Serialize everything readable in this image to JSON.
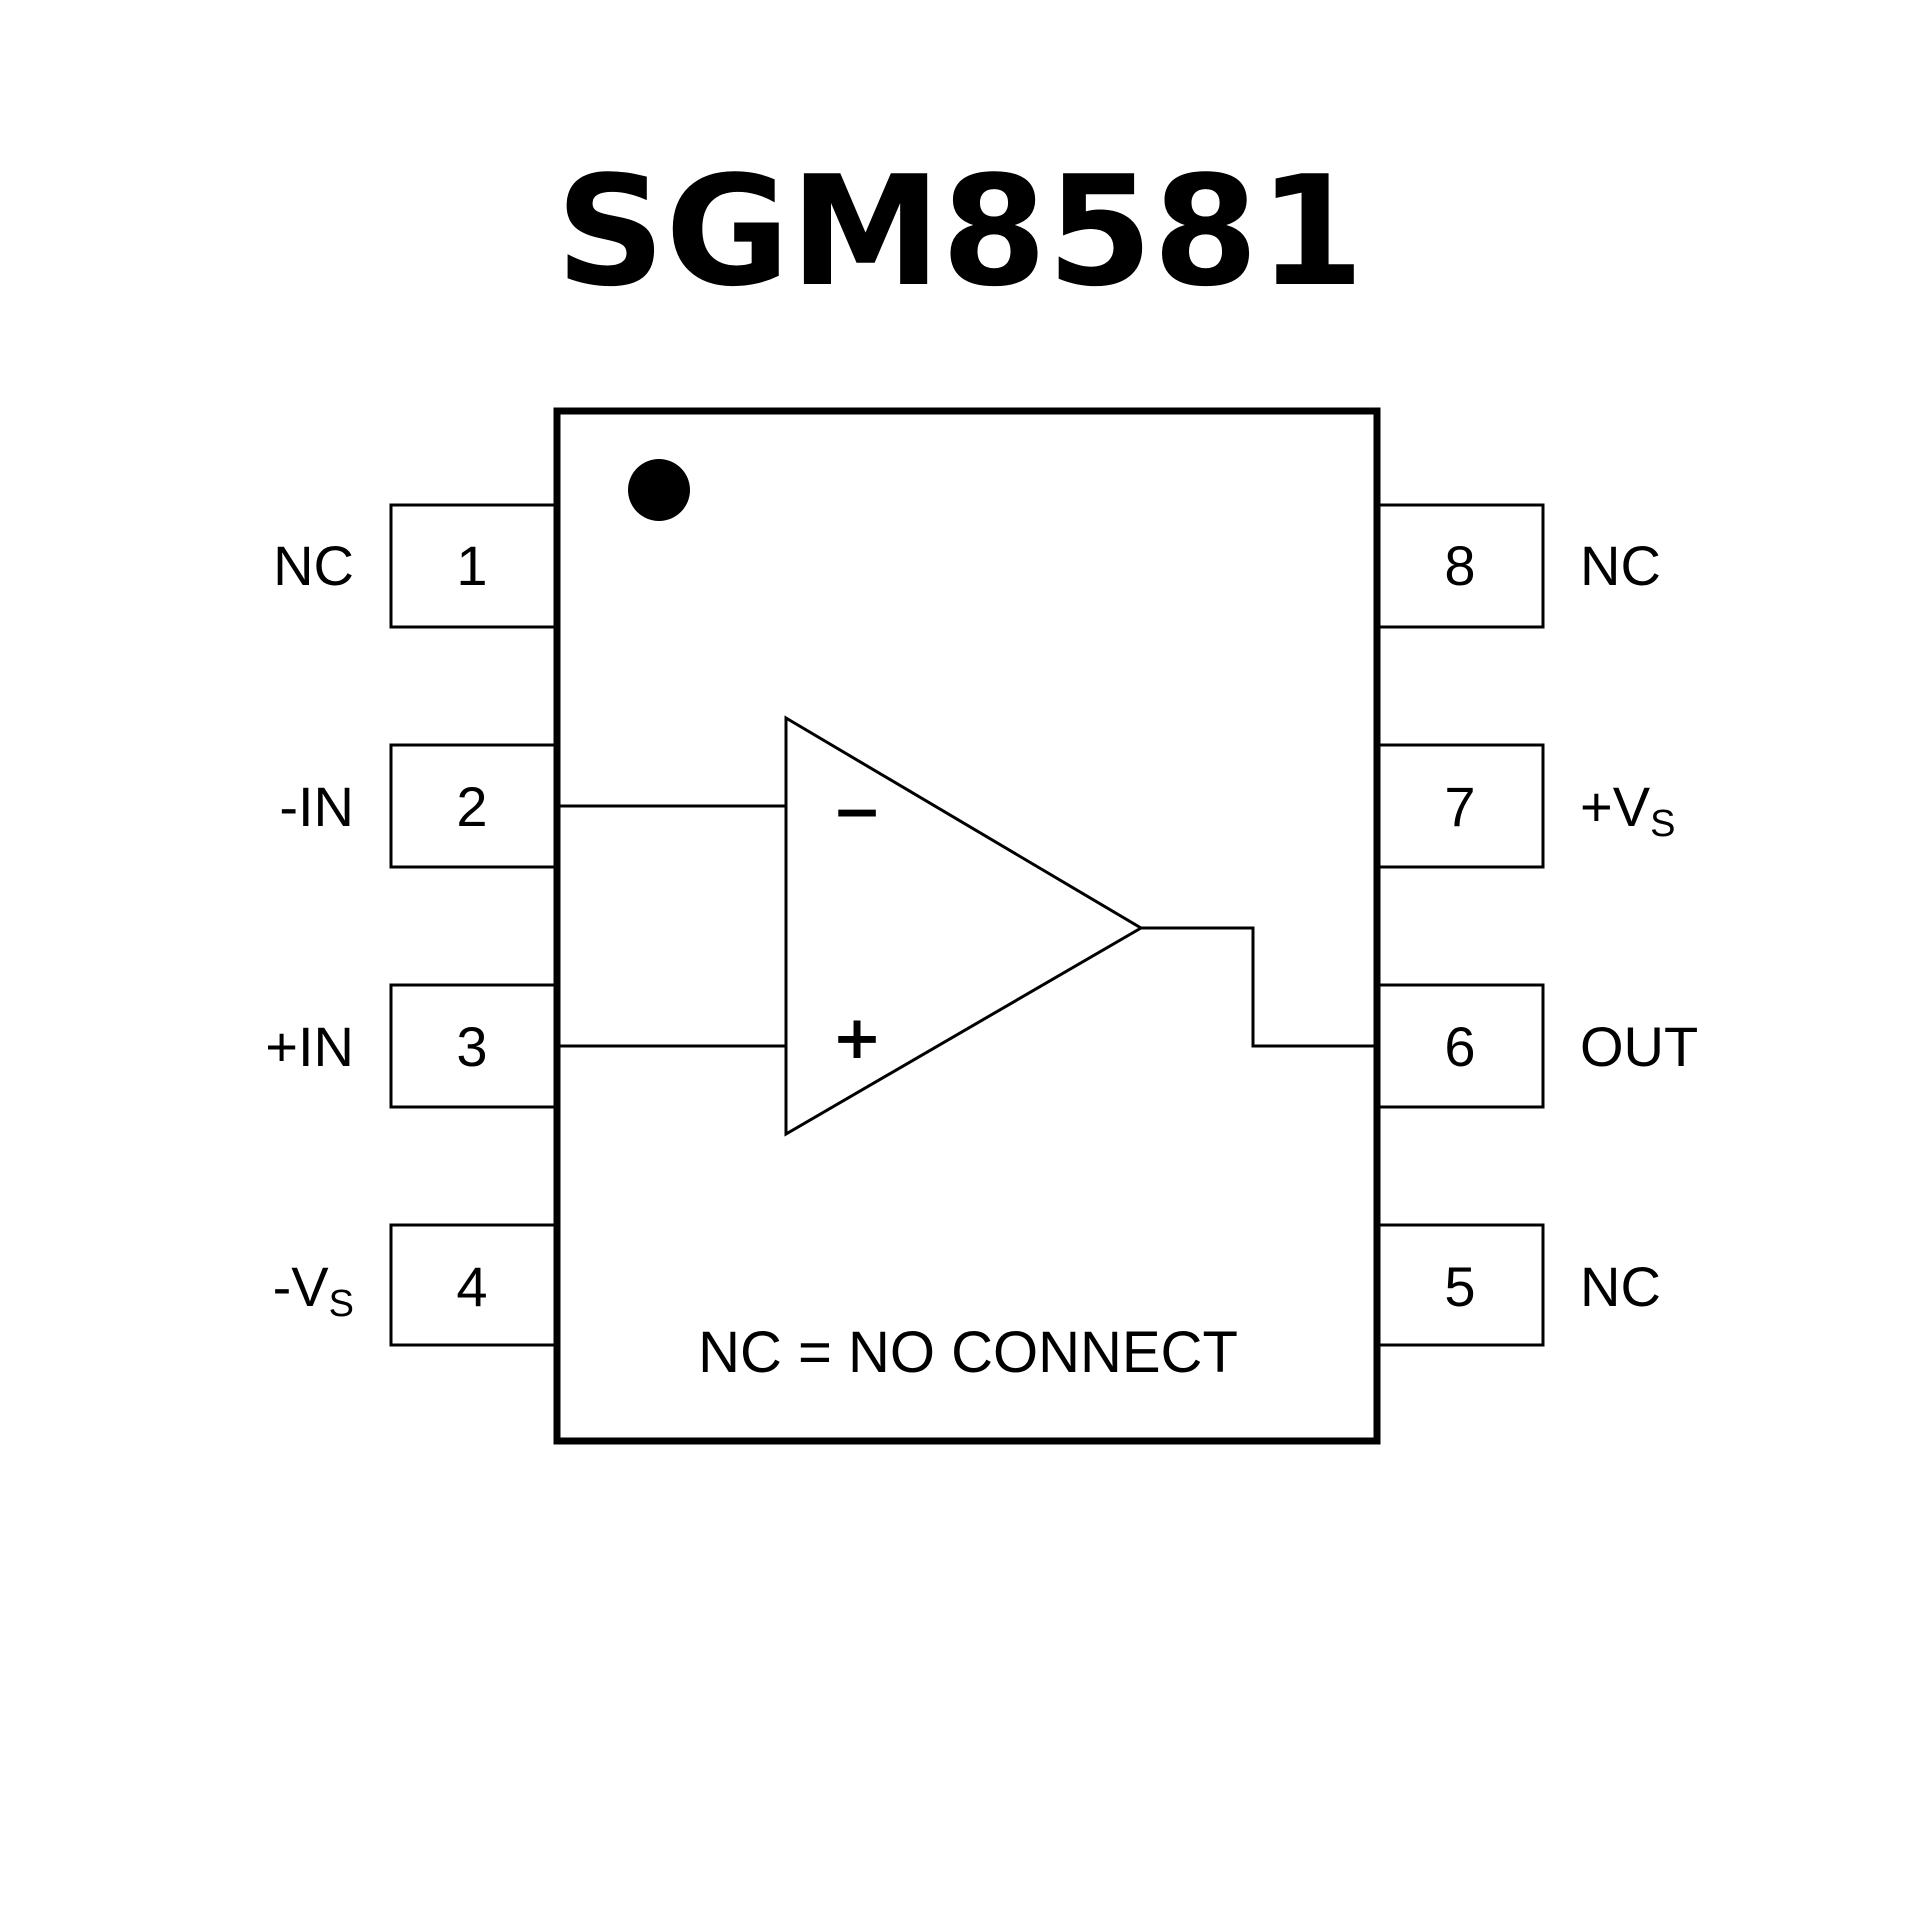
{
  "title": "SGM8581",
  "package": {
    "pin1_marker": "dot",
    "left_pins": [
      {
        "number": "1",
        "label": "NC",
        "sub": ""
      },
      {
        "number": "2",
        "label": "-IN",
        "sub": ""
      },
      {
        "number": "3",
        "label": "+IN",
        "sub": ""
      },
      {
        "number": "4",
        "label": "-V",
        "sub": "S"
      }
    ],
    "right_pins": [
      {
        "number": "8",
        "label": "NC",
        "sub": ""
      },
      {
        "number": "7",
        "label": "+V",
        "sub": "S"
      },
      {
        "number": "6",
        "label": "OUT",
        "sub": ""
      },
      {
        "number": "5",
        "label": "NC",
        "sub": ""
      }
    ]
  },
  "opamp": {
    "inverting_sign": "−",
    "noninverting_sign": "+"
  },
  "note": "NC = NO CONNECT",
  "colors": {
    "line": "#000000",
    "background": "#ffffff"
  }
}
